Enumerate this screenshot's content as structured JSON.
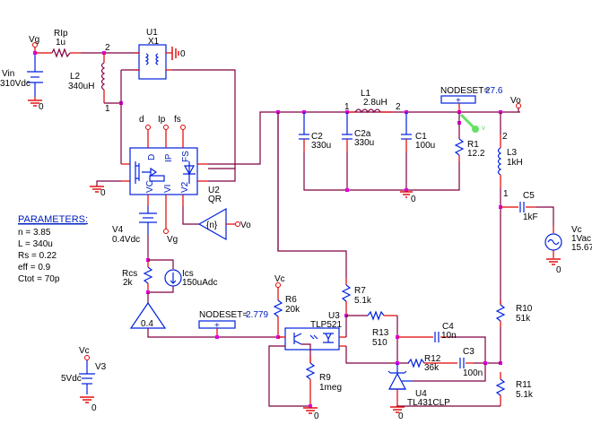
{
  "schematic": {
    "sources": {
      "vin": {
        "ref": "Vin",
        "value": "310Vdc"
      },
      "v3": {
        "ref": "V3",
        "value": "5Vdc"
      },
      "v4": {
        "ref": "V4",
        "value": "0.4Vdc"
      },
      "vc": {
        "ref": "Vc",
        "value": "1Vac",
        "value2": "15.67"
      },
      "ics": {
        "ref": "Ics",
        "value": "150uAdc"
      }
    },
    "components": {
      "rip": {
        "ref": "RIp",
        "value": "1u"
      },
      "l2": {
        "ref": "L2",
        "value": "340uH"
      },
      "u1": {
        "ref": "U1",
        "value": "X1"
      },
      "u2": {
        "ref": "U2",
        "value": "QR",
        "pins": [
          "D",
          "IP",
          "FS",
          "VC",
          "VI",
          "V2"
        ]
      },
      "l1": {
        "ref": "L1",
        "value": "2.8uH"
      },
      "c2": {
        "ref": "C2",
        "value": "330u"
      },
      "c2a": {
        "ref": "C2a",
        "value": "330u"
      },
      "c1": {
        "ref": "C1",
        "value": "100u"
      },
      "r1": {
        "ref": "R1",
        "value": "12.2"
      },
      "l3": {
        "ref": "L3",
        "value": "1kH"
      },
      "c5": {
        "ref": "C5",
        "value": "1kF"
      },
      "rcs": {
        "ref": "Rcs",
        "value": "2k"
      },
      "gain": {
        "value": "0.4"
      },
      "egain_n": {
        "value": "{n}"
      },
      "r6": {
        "ref": "R6",
        "value": "20k"
      },
      "r7": {
        "ref": "R7",
        "value": "5.1k"
      },
      "u3": {
        "ref": "U3",
        "value": "TLP521"
      },
      "r9": {
        "ref": "R9",
        "value": "1meg"
      },
      "r13": {
        "ref": "R13",
        "value": "510"
      },
      "c4": {
        "ref": "C4",
        "value": "10n"
      },
      "r12": {
        "ref": "R12",
        "value": "36k"
      },
      "c3": {
        "ref": "C3",
        "value": "100n"
      },
      "u4": {
        "ref": "U4",
        "value": "TL431CLP"
      },
      "r10": {
        "ref": "R10",
        "value": "51k"
      },
      "r11": {
        "ref": "R11",
        "value": "5.1k"
      }
    },
    "nets": {
      "vg": "Vg",
      "vo": "Vo",
      "vc": "Vc",
      "gnd": "0",
      "d": "d",
      "ip": "Ip",
      "fs": "fs",
      "pin1": "1",
      "pin2": "2"
    },
    "nodesets": [
      {
        "label": "NODESET=",
        "value": "27.6"
      },
      {
        "label": "NODESET=",
        "value": "2.779"
      }
    ],
    "probe": {
      "label": "v"
    },
    "parameters": {
      "title": "PARAMETERS:",
      "items": [
        "n = 3.85",
        "L = 340u",
        "Rs = 0.22",
        "eff = 0.9",
        "Ctot = 70p"
      ]
    }
  }
}
